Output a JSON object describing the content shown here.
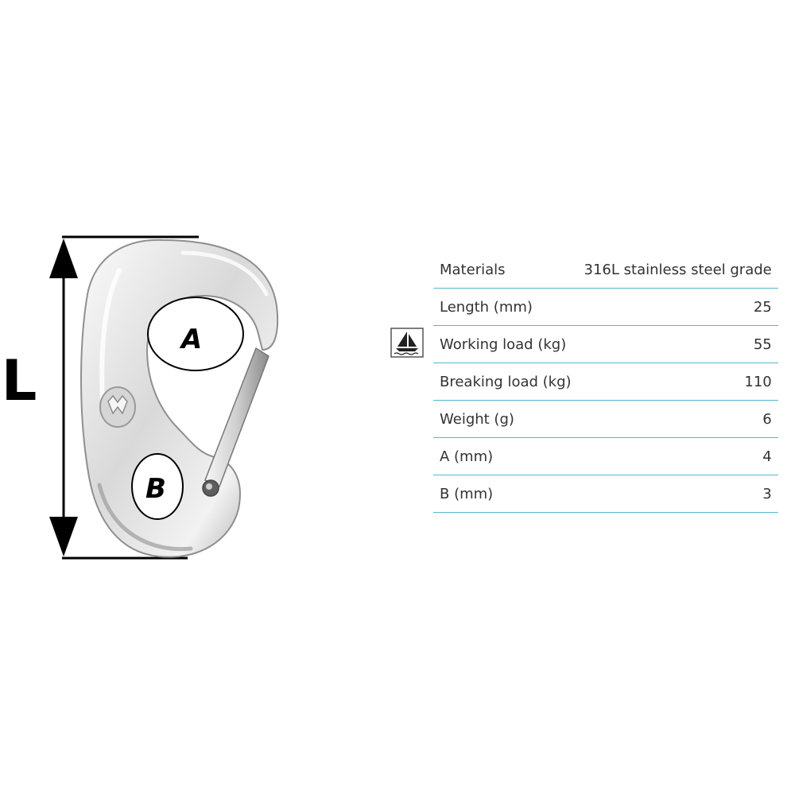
{
  "diagram": {
    "length_label": "L",
    "opening_a_label": "A",
    "opening_b_label": "B",
    "logo_icon": "brand-logo-icon"
  },
  "icon": {
    "name": "sailboat-icon"
  },
  "specs": [
    {
      "label": "Materials",
      "value": "316L stainless steel grade"
    },
    {
      "label": "Length (mm)",
      "value": "25"
    },
    {
      "label": "Working load (kg)",
      "value": "55"
    },
    {
      "label": "Breaking load (kg)",
      "value": "110"
    },
    {
      "label": "Weight (g)",
      "value": "6"
    },
    {
      "label": "A (mm)",
      "value": "4"
    },
    {
      "label": "B (mm)",
      "value": "3"
    }
  ],
  "colors": {
    "row_divider": "#57b8cf",
    "text": "#333333",
    "metal_light": "#f4f4f4",
    "metal_dark": "#8f8f8f"
  }
}
